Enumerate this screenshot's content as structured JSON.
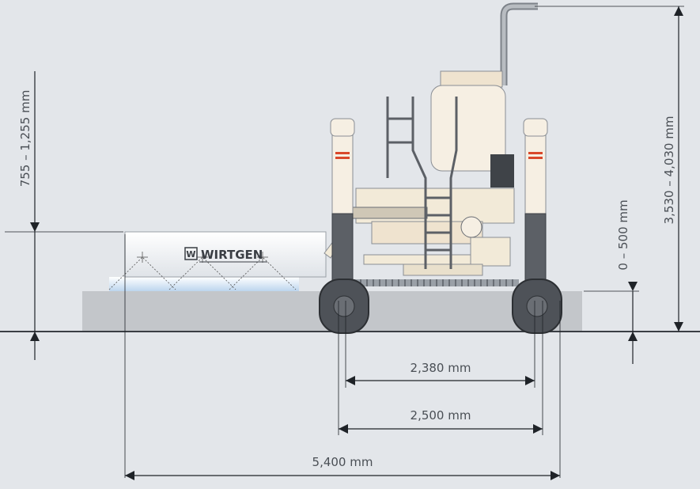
{
  "dimensions": {
    "wheelbase_inner": "2,380 mm",
    "wheelbase_outer": "2,500 mm",
    "total_length": "5,400 mm",
    "working_height": "755 – 1,255 mm",
    "total_height": "3,530 – 4,030 mm",
    "ground_clearance": "0 – 500 mm"
  },
  "branding": {
    "logo_text": "WIRTGEN",
    "logo_mark": "W"
  },
  "colors": {
    "background": "#e3e6ea",
    "machine_body": "#f2ead8",
    "frame_gray": "#5c6066",
    "ground": "#c3c6ca",
    "accent_red": "#d9482b"
  }
}
